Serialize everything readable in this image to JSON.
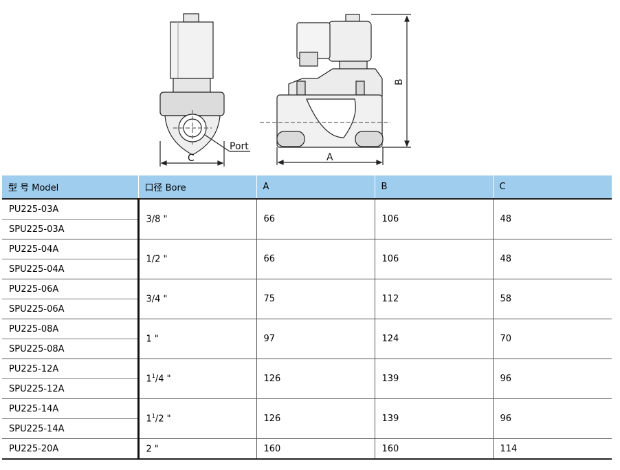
{
  "drawing": {
    "label_port": "Port",
    "label_c": "C",
    "label_a": "A",
    "label_b": "B"
  },
  "table": {
    "headers": {
      "model": "型 号 Model",
      "bore": "口径 Bore",
      "a": "A",
      "b": "B",
      "c": "C"
    },
    "rows": [
      {
        "models": [
          "PU225-03A",
          "SPU225-03A"
        ],
        "bore_whole": "",
        "bore_sup": "",
        "bore_rest": "3/8 \"",
        "a": "66",
        "b": "106",
        "c": "48"
      },
      {
        "models": [
          "PU225-04A",
          "SPU225-04A"
        ],
        "bore_whole": "",
        "bore_sup": "",
        "bore_rest": "1/2 \"",
        "a": "66",
        "b": "106",
        "c": "48"
      },
      {
        "models": [
          "PU225-06A",
          "SPU225-06A"
        ],
        "bore_whole": "",
        "bore_sup": "",
        "bore_rest": "3/4 \"",
        "a": "75",
        "b": "112",
        "c": "58"
      },
      {
        "models": [
          "PU225-08A",
          "SPU225-08A"
        ],
        "bore_whole": "",
        "bore_sup": "",
        "bore_rest": "1 \"",
        "a": "97",
        "b": "124",
        "c": "70"
      },
      {
        "models": [
          "PU225-12A",
          "SPU225-12A"
        ],
        "bore_whole": "1",
        "bore_sup": "1",
        "bore_rest": "/4 \"",
        "a": "126",
        "b": "139",
        "c": "96"
      },
      {
        "models": [
          "PU225-14A",
          "SPU225-14A"
        ],
        "bore_whole": "1",
        "bore_sup": "1",
        "bore_rest": "/2 \"",
        "a": "126",
        "b": "139",
        "c": "96"
      },
      {
        "models": [
          "PU225-20A"
        ],
        "bore_whole": "",
        "bore_sup": "",
        "bore_rest": "2 \"",
        "a": "160",
        "b": "160",
        "c": "114"
      }
    ]
  }
}
